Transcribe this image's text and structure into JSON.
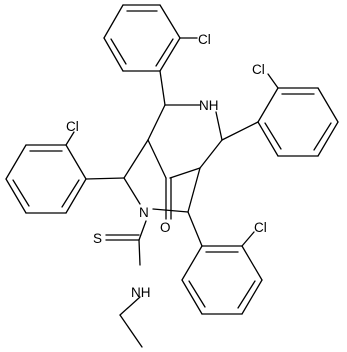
{
  "labels": {
    "cl_top": "Cl",
    "cl_right": "Cl",
    "cl_left": "Cl",
    "cl_bottom": "Cl",
    "nh_ring": "NH",
    "n_ring": "N",
    "o_ketone": "O",
    "s_thio": "S",
    "nh_amide": "NH"
  },
  "colors": {
    "bond": "#000000",
    "text": "#000000",
    "background": "#ffffff"
  }
}
